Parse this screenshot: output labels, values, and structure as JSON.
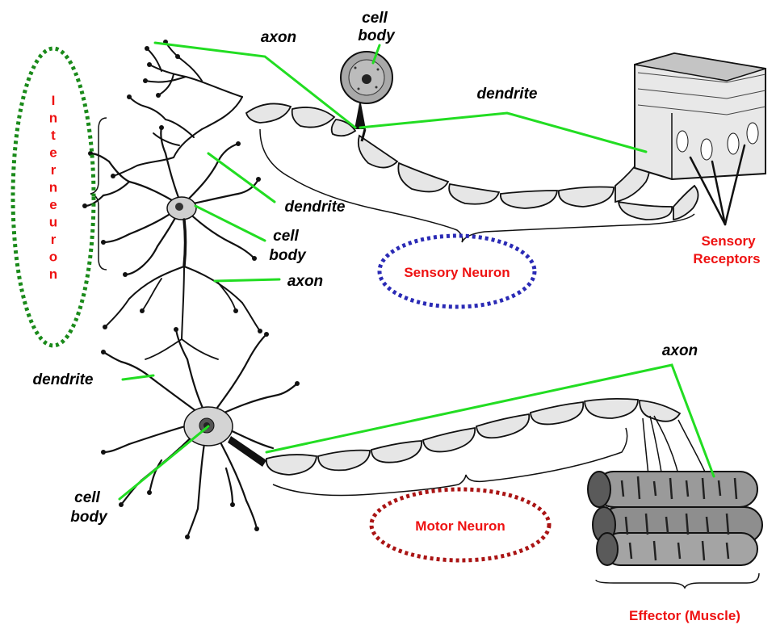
{
  "labels": {
    "interneuron": "Interneuron",
    "cell_body_top": [
      "cell",
      "body"
    ],
    "axon_sensory": "axon",
    "dendrite_sensory": "dendrite",
    "dendrite_inter": "dendrite",
    "cell_body_inter": [
      "cell",
      "body"
    ],
    "axon_inter": "axon",
    "dendrite_motor": "dendrite",
    "cell_body_motor": [
      "cell",
      "body"
    ],
    "axon_motor": "axon",
    "sensory_neuron": "Sensory Neuron",
    "motor_neuron": "Motor Neuron",
    "sensory_receptors": [
      "Sensory",
      "Receptors"
    ],
    "effector": "Effector (Muscle)"
  },
  "colors": {
    "leader_line": "#22dd22",
    "interneuron_oval": "#1a8a1a",
    "sensory_oval": "#2a2ab5",
    "motor_oval": "#aa1414",
    "red_text": "#ee1111",
    "neuron_ink": "#111111"
  },
  "icons": {
    "interneuron": "branching-neuron-shape",
    "sensory_neuron": "myelinated-axon-shape",
    "motor_neuron": "branching-neuron-shape",
    "receptors": "skin-block-shape",
    "effector": "muscle-bundle-shape"
  }
}
